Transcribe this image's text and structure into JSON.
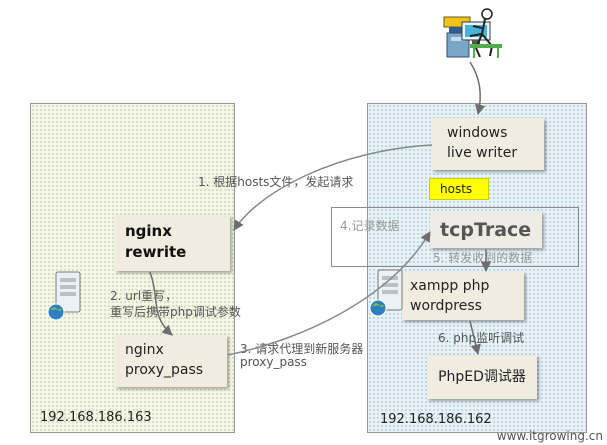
{
  "left_server": {
    "ip": "192.168.186.163"
  },
  "right_server": {
    "ip": "192.168.186.162"
  },
  "boxes": {
    "windows_live_writer": [
      "windows",
      "live writer"
    ],
    "nginx_rewrite": [
      "nginx",
      "rewrite"
    ],
    "nginx_proxy_pass": [
      "nginx",
      "proxy_pass"
    ],
    "tcptrace": "tcpTrace",
    "xampp": [
      "xampp  php",
      "wordpress"
    ],
    "phped": "PhpED调试器"
  },
  "hosts_label": "hosts",
  "steps": {
    "s1": "1. 根据hosts文件，发起请求",
    "s2a": "2. url重写，",
    "s2b": "重写后携带php调试参数",
    "s3a": "3. 请求代理到新服务器",
    "s3b": "proxy_pass",
    "s4": "4.记录数据",
    "s5": "5. 转发收到的数据",
    "s6": "6. php监听调试"
  },
  "watermark": "www.itgrowing.cn"
}
